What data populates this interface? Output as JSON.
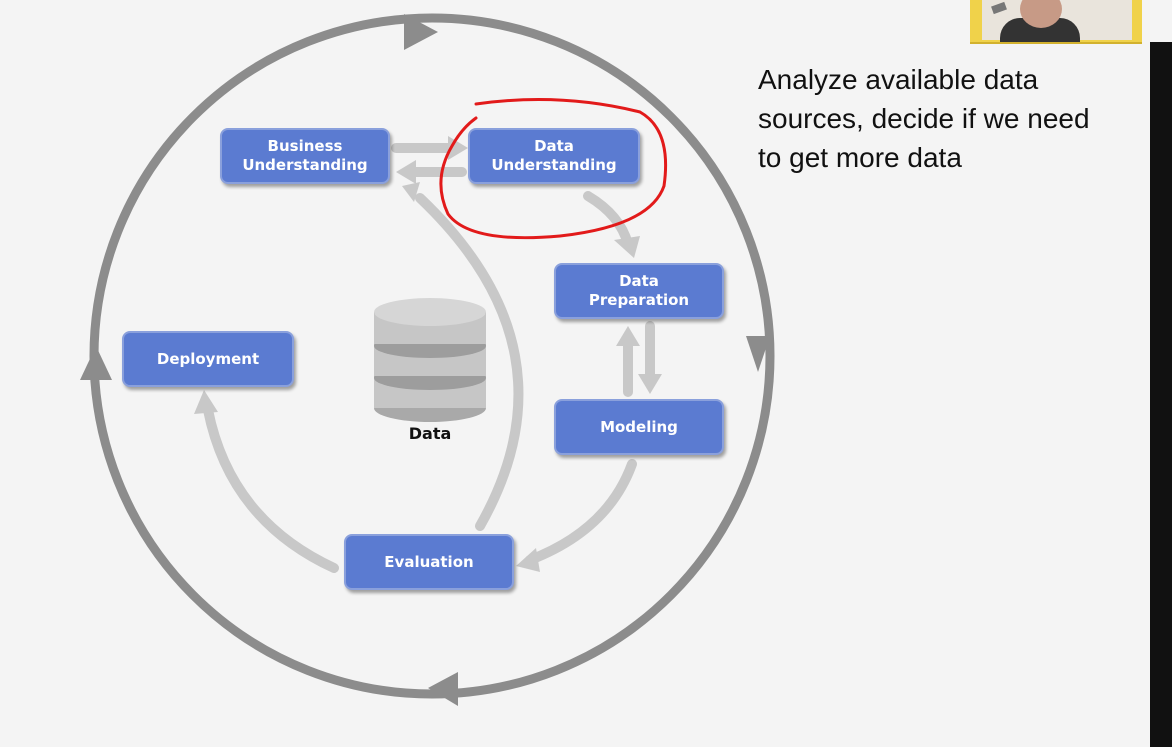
{
  "steps": {
    "business": "Business\nUnderstanding",
    "data_understanding": "Data\nUnderstanding",
    "data_preparation": "Data\nPreparation",
    "modeling": "Modeling",
    "evaluation": "Evaluation",
    "deployment": "Deployment"
  },
  "center_label": "Data",
  "caption": "Analyze available data sources, decide if we need to get more data",
  "colors": {
    "box": "#5b7bd1",
    "outer_cycle": "#8c8c8c",
    "inner_arrows": "#c8c8c8",
    "highlight": "#e21a1a"
  }
}
